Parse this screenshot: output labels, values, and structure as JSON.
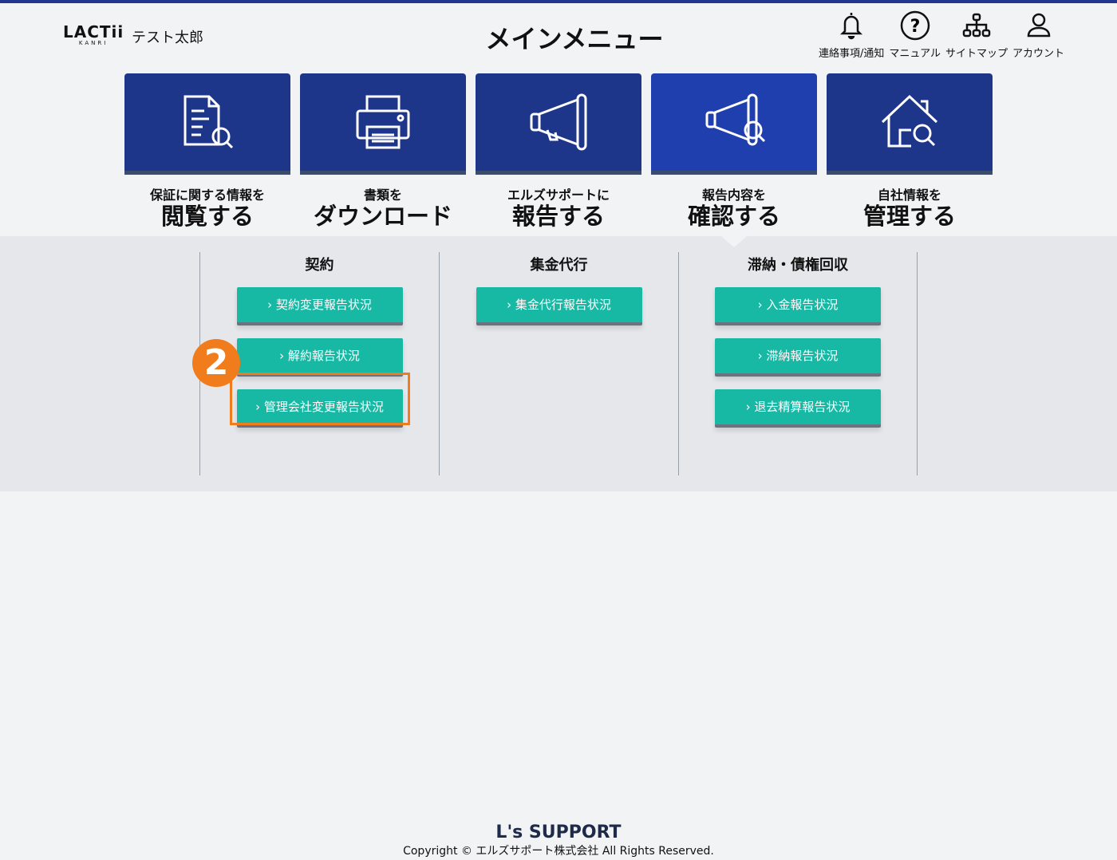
{
  "header": {
    "logo_main": "LACTii",
    "logo_sub": "KANRI",
    "user_name": "テスト太郎",
    "title": "メインメニュー",
    "icons": [
      {
        "icon": "bell-icon",
        "label": "連絡事項/通知"
      },
      {
        "icon": "help-icon",
        "label": "マニュアル"
      },
      {
        "icon": "sitemap-icon",
        "label": "サイトマップ"
      },
      {
        "icon": "account-icon",
        "label": "アカウント"
      }
    ]
  },
  "tiles": [
    {
      "small": "保証に関する情報を",
      "big": "閲覧する"
    },
    {
      "small": "書類を",
      "big": "ダウンロード"
    },
    {
      "small": "エルズサポートに",
      "big": "報告する"
    },
    {
      "small": "報告内容を",
      "big": "確認する"
    },
    {
      "small": "自社情報を",
      "big": "管理する"
    }
  ],
  "columns": [
    {
      "title": "契約",
      "buttons": [
        "契約変更報告状況",
        "解約報告状況",
        "管理会社変更報告状況"
      ]
    },
    {
      "title": "集金代行",
      "buttons": [
        "集金代行報告状況"
      ]
    },
    {
      "title": "滞納・債権回収",
      "buttons": [
        "入金報告状況",
        "滞納報告状況",
        "退去精算報告状況"
      ]
    }
  ],
  "badge": "2",
  "footer": {
    "logo": "L's SUPPORT",
    "copyright": "Copyright © エルズサポート株式会社 All Rights Reserved."
  },
  "colors": {
    "accent": "#1e3689",
    "teal": "#17b9a4",
    "highlight": "#f07c1c"
  }
}
